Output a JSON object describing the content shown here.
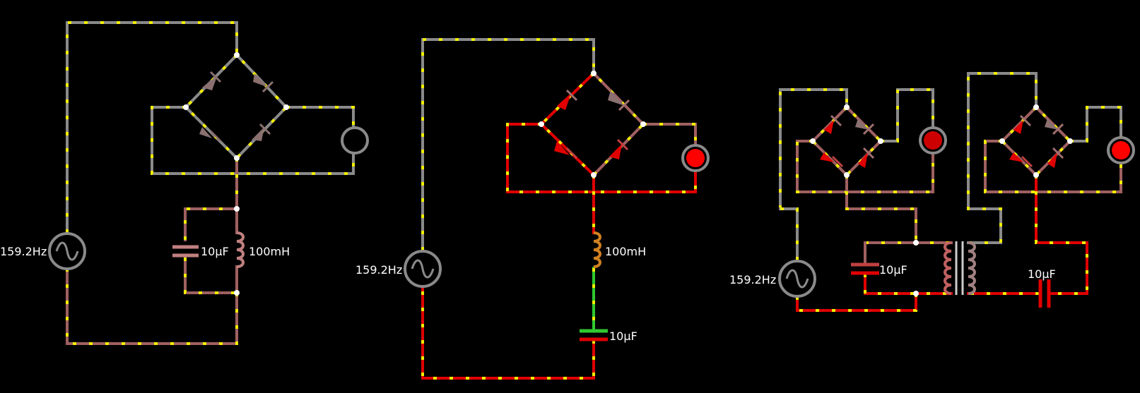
{
  "circuits": [
    {
      "source_label": "159.2Hz",
      "capacitor_label": "10µF",
      "inductor_label": "100mH",
      "lamp_state": "off"
    },
    {
      "source_label": "159.2Hz",
      "inductor_label": "100mH",
      "capacitor_label": "10µF",
      "lamp_state": "on"
    },
    {
      "source_label": "159.2Hz",
      "capacitor_primary_label": "10µF",
      "capacitor_secondary_label": "10µF",
      "lamp_left_state": "on",
      "lamp_right_state": "on"
    }
  ],
  "colors": {
    "background": "#000000",
    "wire_idle": "#8a8a8a",
    "wire_low": "#a06060",
    "wire_high": "#e00000",
    "wire_green": "#30c830",
    "current_dots": "#f2ef00",
    "lamp_on": "#ff0000",
    "lamp_dim": "#cc0000",
    "node": "#ffffff"
  }
}
